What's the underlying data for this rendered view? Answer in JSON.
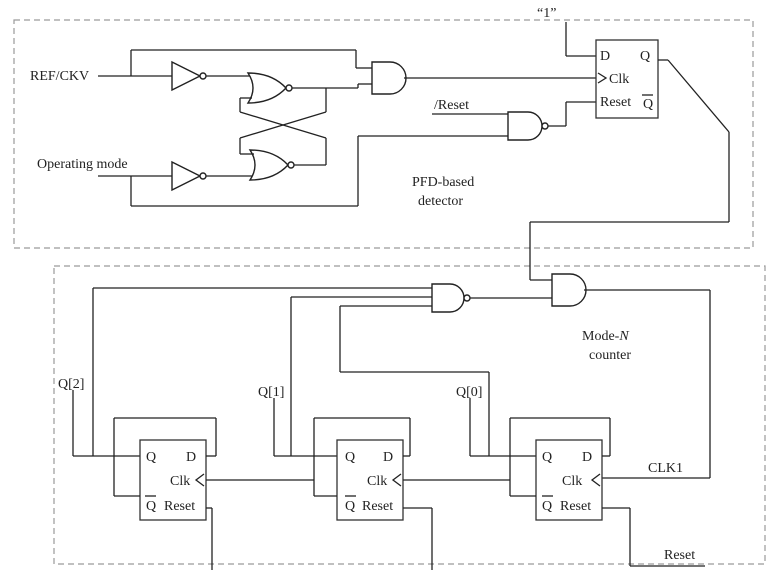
{
  "labels": {
    "const_one": "“1”",
    "ref_ckv": "REF/CKV",
    "operating_mode": "Operating mode",
    "reset_bar": "/Reset",
    "pfd_line1": "PFD-based",
    "pfd_line2": "detector",
    "mode_n_line1": "Mode-",
    "mode_n_italic": "N",
    "mode_n_line2": "counter",
    "q2": "Q[2]",
    "q1": "Q[1]",
    "q0": "Q[0]",
    "clk1": "CLK1",
    "reset": "Reset"
  },
  "dff_top": {
    "d": "D",
    "q": "Q",
    "clk": "Clk",
    "reset": "Reset",
    "qbar": "Q"
  },
  "dff_counter": [
    {
      "q": "Q",
      "d": "D",
      "clk": "Clk",
      "qbar": "Q",
      "reset": "Reset"
    },
    {
      "q": "Q",
      "d": "D",
      "clk": "Clk",
      "qbar": "Q",
      "reset": "Reset"
    },
    {
      "q": "Q",
      "d": "D",
      "clk": "Clk",
      "qbar": "Q",
      "reset": "Reset"
    }
  ]
}
